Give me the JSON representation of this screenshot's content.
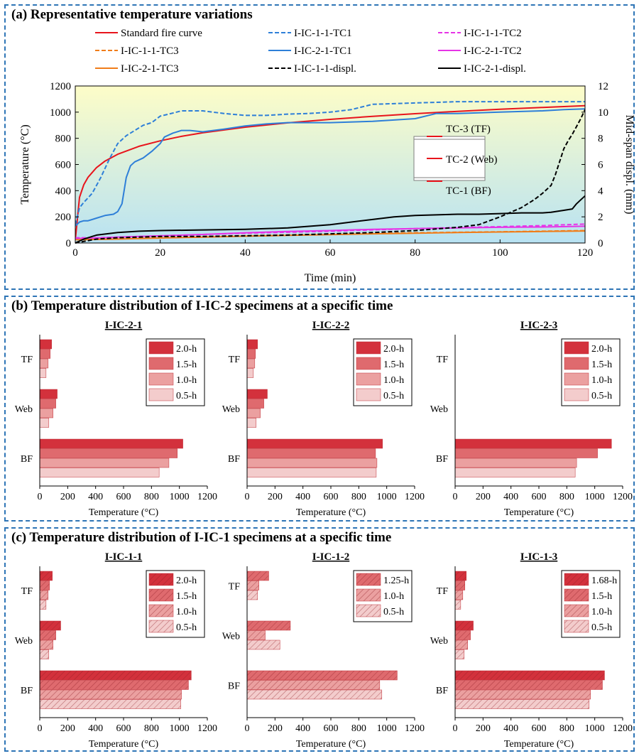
{
  "panels": {
    "a_title": "(a) Representative temperature variations",
    "b_title": "(b) Temperature distribution of I-IC-2 specimens at a specific time",
    "c_title": "(c) Temperature distribution of I-IC-1 specimens at a specific time"
  },
  "colors": {
    "frame": "#2e75b6",
    "plot_gradient_top": "#fdfdc8",
    "plot_gradient_bottom": "#b8e2f2",
    "bar_dark": "#d3313c",
    "bar_mid": "#df6a6e",
    "bar_light": "#eba0a0",
    "bar_pale": "#f3cccc"
  },
  "inset": {
    "tc3": "TC-3 (TF)",
    "tc2": "TC-2 (Web)",
    "tc1": "TC-1 (BF)"
  },
  "chart_data": [
    {
      "type": "line",
      "title": "(a) Representative temperature variations",
      "xlabel": "Time (min)",
      "ylabel": "Temperature (°C)",
      "y2label": "Mid-span displ. (mm)",
      "xlim": [
        0,
        120
      ],
      "ylim": [
        0,
        1200
      ],
      "y2lim": [
        0,
        12
      ],
      "xticks": [
        0,
        20,
        40,
        60,
        80,
        100,
        120
      ],
      "yticks": [
        0,
        200,
        400,
        600,
        800,
        1000,
        1200
      ],
      "y2ticks": [
        0,
        2,
        4,
        6,
        8,
        10,
        12
      ],
      "legend_position": "top",
      "series": [
        {
          "name": "Standard fire curve",
          "color": "#e8141c",
          "dash": "solid",
          "axis": "left",
          "x": [
            0,
            1,
            2,
            3,
            5,
            7,
            10,
            15,
            20,
            25,
            30,
            40,
            50,
            60,
            70,
            80,
            90,
            100,
            110,
            120
          ],
          "y": [
            20,
            349,
            445,
            502,
            576,
            626,
            678,
            739,
            781,
            815,
            842,
            885,
            918,
            945,
            968,
            988,
            1006,
            1022,
            1036,
            1049
          ]
        },
        {
          "name": "I-IC-1-1-TC1",
          "color": "#2e7fd8",
          "dash": "dashed",
          "axis": "left",
          "x": [
            0,
            1,
            2,
            4,
            6,
            8,
            10,
            12,
            14,
            16,
            18,
            20,
            22,
            25,
            30,
            35,
            40,
            45,
            50,
            55,
            60,
            65,
            70,
            80,
            90,
            100,
            110,
            120
          ],
          "y": [
            140,
            270,
            310,
            380,
            500,
            640,
            760,
            820,
            860,
            900,
            920,
            970,
            985,
            1010,
            1010,
            990,
            975,
            975,
            985,
            990,
            1000,
            1020,
            1060,
            1070,
            1080,
            1080,
            1080,
            1080
          ]
        },
        {
          "name": "I-IC-1-1-TC2",
          "color": "#e633e6",
          "dash": "dashed",
          "axis": "left",
          "x": [
            0,
            5,
            10,
            20,
            30,
            40,
            50,
            60,
            70,
            80,
            90,
            100,
            110,
            120
          ],
          "y": [
            40,
            40,
            45,
            55,
            65,
            75,
            82,
            90,
            100,
            110,
            118,
            125,
            133,
            145
          ]
        },
        {
          "name": "I-IC-1-1-TC3",
          "color": "#f07d1a",
          "dash": "dashed",
          "axis": "left",
          "x": [
            0,
            10,
            20,
            30,
            40,
            50,
            60,
            70,
            80,
            90,
            100,
            110,
            120
          ],
          "y": [
            30,
            35,
            42,
            50,
            56,
            62,
            68,
            73,
            78,
            82,
            86,
            90,
            95
          ]
        },
        {
          "name": "I-IC-2-1-TC1",
          "color": "#2e7fd8",
          "dash": "solid",
          "axis": "left",
          "x": [
            0,
            1,
            2,
            3,
            5,
            7,
            8,
            9,
            10,
            11,
            12,
            13,
            14,
            16,
            18,
            20,
            21,
            23,
            25,
            27,
            30,
            35,
            40,
            45,
            50,
            60,
            70,
            80,
            85,
            90,
            100,
            110,
            115,
            120
          ],
          "y": [
            130,
            160,
            170,
            170,
            190,
            210,
            215,
            220,
            240,
            300,
            500,
            590,
            620,
            650,
            700,
            760,
            810,
            840,
            860,
            860,
            850,
            870,
            895,
            910,
            920,
            920,
            930,
            950,
            990,
            990,
            1000,
            1010,
            1020,
            1025
          ]
        },
        {
          "name": "I-IC-2-1-TC2",
          "color": "#e633e6",
          "dash": "solid",
          "axis": "left",
          "x": [
            0,
            5,
            10,
            20,
            30,
            40,
            50,
            60,
            70,
            80,
            90,
            100,
            110,
            120
          ],
          "y": [
            35,
            38,
            45,
            55,
            65,
            78,
            88,
            95,
            105,
            110,
            115,
            120,
            122,
            128
          ]
        },
        {
          "name": "I-IC-2-1-TC3",
          "color": "#f07d1a",
          "dash": "solid",
          "axis": "left",
          "x": [
            0,
            10,
            20,
            30,
            40,
            50,
            60,
            70,
            80,
            90,
            100,
            110,
            120
          ],
          "y": [
            25,
            30,
            38,
            45,
            52,
            58,
            64,
            70,
            75,
            80,
            84,
            88,
            92
          ]
        },
        {
          "name": "I-IC-1-1-displ.",
          "color": "#000000",
          "dash": "dashed",
          "axis": "right",
          "x": [
            0,
            5,
            10,
            20,
            30,
            40,
            50,
            60,
            70,
            80,
            90,
            95,
            100,
            105,
            108,
            110,
            112,
            113,
            114,
            115,
            116,
            117,
            118,
            119,
            120
          ],
          "y": [
            0,
            0.3,
            0.4,
            0.5,
            0.5,
            0.55,
            0.6,
            0.7,
            0.8,
            0.95,
            1.2,
            1.4,
            2.0,
            2.7,
            3.3,
            3.8,
            4.4,
            5.2,
            6.2,
            7.2,
            7.8,
            8.3,
            8.9,
            9.5,
            10.2
          ]
        },
        {
          "name": "I-IC-2-1-displ.",
          "color": "#000000",
          "dash": "solid",
          "axis": "right",
          "x": [
            0,
            2,
            5,
            10,
            15,
            20,
            30,
            40,
            50,
            60,
            65,
            70,
            75,
            80,
            85,
            90,
            95,
            100,
            105,
            110,
            112,
            115,
            117,
            118,
            119,
            120
          ],
          "y": [
            0,
            0.3,
            0.6,
            0.8,
            0.9,
            0.95,
            1.0,
            1.05,
            1.15,
            1.4,
            1.6,
            1.8,
            2.0,
            2.1,
            2.15,
            2.2,
            2.2,
            2.25,
            2.3,
            2.3,
            2.35,
            2.5,
            2.6,
            3.0,
            3.3,
            3.6
          ]
        }
      ]
    },
    {
      "type": "bar",
      "orientation": "horizontal",
      "title": "I-IC-2-1",
      "xlabel": "Temperature (°C)",
      "xlim": [
        0,
        1200
      ],
      "xticks": [
        0,
        200,
        400,
        600,
        800,
        1000,
        1200
      ],
      "categories": [
        "TF",
        "Web",
        "BF"
      ],
      "hatched": false,
      "series": [
        {
          "name": "2.0-h",
          "values": [
            85,
            125,
            1025
          ]
        },
        {
          "name": "1.5-h",
          "values": [
            75,
            115,
            985
          ]
        },
        {
          "name": "1.0-h",
          "values": [
            60,
            95,
            925
          ]
        },
        {
          "name": "0.5-h",
          "values": [
            45,
            65,
            855
          ]
        }
      ]
    },
    {
      "type": "bar",
      "orientation": "horizontal",
      "title": "I-IC-2-2",
      "xlabel": "Temperature (°C)",
      "xlim": [
        0,
        1200
      ],
      "xticks": [
        0,
        200,
        400,
        600,
        800,
        1000,
        1200
      ],
      "categories": [
        "TF",
        "Web",
        "BF"
      ],
      "hatched": false,
      "series": [
        {
          "name": "2.0-h",
          "values": [
            75,
            145,
            970
          ]
        },
        {
          "name": "1.5-h",
          "values": [
            60,
            120,
            920
          ]
        },
        {
          "name": "1.0-h",
          "values": [
            55,
            95,
            930
          ]
        },
        {
          "name": "0.5-h",
          "values": [
            45,
            65,
            925
          ]
        }
      ]
    },
    {
      "type": "bar",
      "orientation": "horizontal",
      "title": "I-IC-2-3",
      "xlabel": "Temperature (°C)",
      "xlim": [
        0,
        1200
      ],
      "xticks": [
        0,
        200,
        400,
        600,
        800,
        1000,
        1200
      ],
      "categories": [
        "TF",
        "Web",
        "BF"
      ],
      "hatched": false,
      "series": [
        {
          "name": "2.0-h",
          "values": [
            null,
            null,
            1120
          ]
        },
        {
          "name": "1.5-h",
          "values": [
            null,
            null,
            1020
          ]
        },
        {
          "name": "1.0-h",
          "values": [
            null,
            null,
            870
          ]
        },
        {
          "name": "0.5-h",
          "values": [
            null,
            null,
            860
          ]
        }
      ]
    },
    {
      "type": "bar",
      "orientation": "horizontal",
      "title": "I-IC-1-1",
      "xlabel": "Temperature (°C)",
      "xlim": [
        0,
        1200
      ],
      "xticks": [
        0,
        200,
        400,
        600,
        800,
        1000,
        1200
      ],
      "categories": [
        "TF",
        "Web",
        "BF"
      ],
      "hatched": true,
      "series": [
        {
          "name": "2.0-h",
          "values": [
            90,
            150,
            1085
          ]
        },
        {
          "name": "1.5-h",
          "values": [
            70,
            115,
            1065
          ]
        },
        {
          "name": "1.0-h",
          "values": [
            60,
            95,
            1015
          ]
        },
        {
          "name": "0.5-h",
          "values": [
            45,
            65,
            1010
          ]
        }
      ]
    },
    {
      "type": "bar",
      "orientation": "horizontal",
      "title": "I-IC-1-2",
      "xlabel": "Temperature (°C)",
      "xlim": [
        0,
        1200
      ],
      "xticks": [
        0,
        200,
        400,
        600,
        800,
        1000,
        1200
      ],
      "categories": [
        "TF",
        "Web",
        "BF"
      ],
      "hatched": true,
      "series": [
        {
          "name": "1.25-h",
          "values": [
            155,
            310,
            1075
          ]
        },
        {
          "name": "1.0-h",
          "values": [
            85,
            130,
            950
          ]
        },
        {
          "name": "0.5-h",
          "values": [
            75,
            235,
            965
          ]
        }
      ]
    },
    {
      "type": "bar",
      "orientation": "horizontal",
      "title": "I-IC-1-3",
      "xlabel": "Temperature (°C)",
      "xlim": [
        0,
        1200
      ],
      "xticks": [
        0,
        200,
        400,
        600,
        800,
        1000,
        1200
      ],
      "categories": [
        "TF",
        "Web",
        "BF"
      ],
      "hatched": true,
      "series": [
        {
          "name": "1.68-h",
          "values": [
            80,
            130,
            1070
          ]
        },
        {
          "name": "1.5-h",
          "values": [
            70,
            110,
            1055
          ]
        },
        {
          "name": "1.0-h",
          "values": [
            55,
            90,
            970
          ]
        },
        {
          "name": "0.5-h",
          "values": [
            40,
            65,
            960
          ]
        }
      ]
    }
  ]
}
